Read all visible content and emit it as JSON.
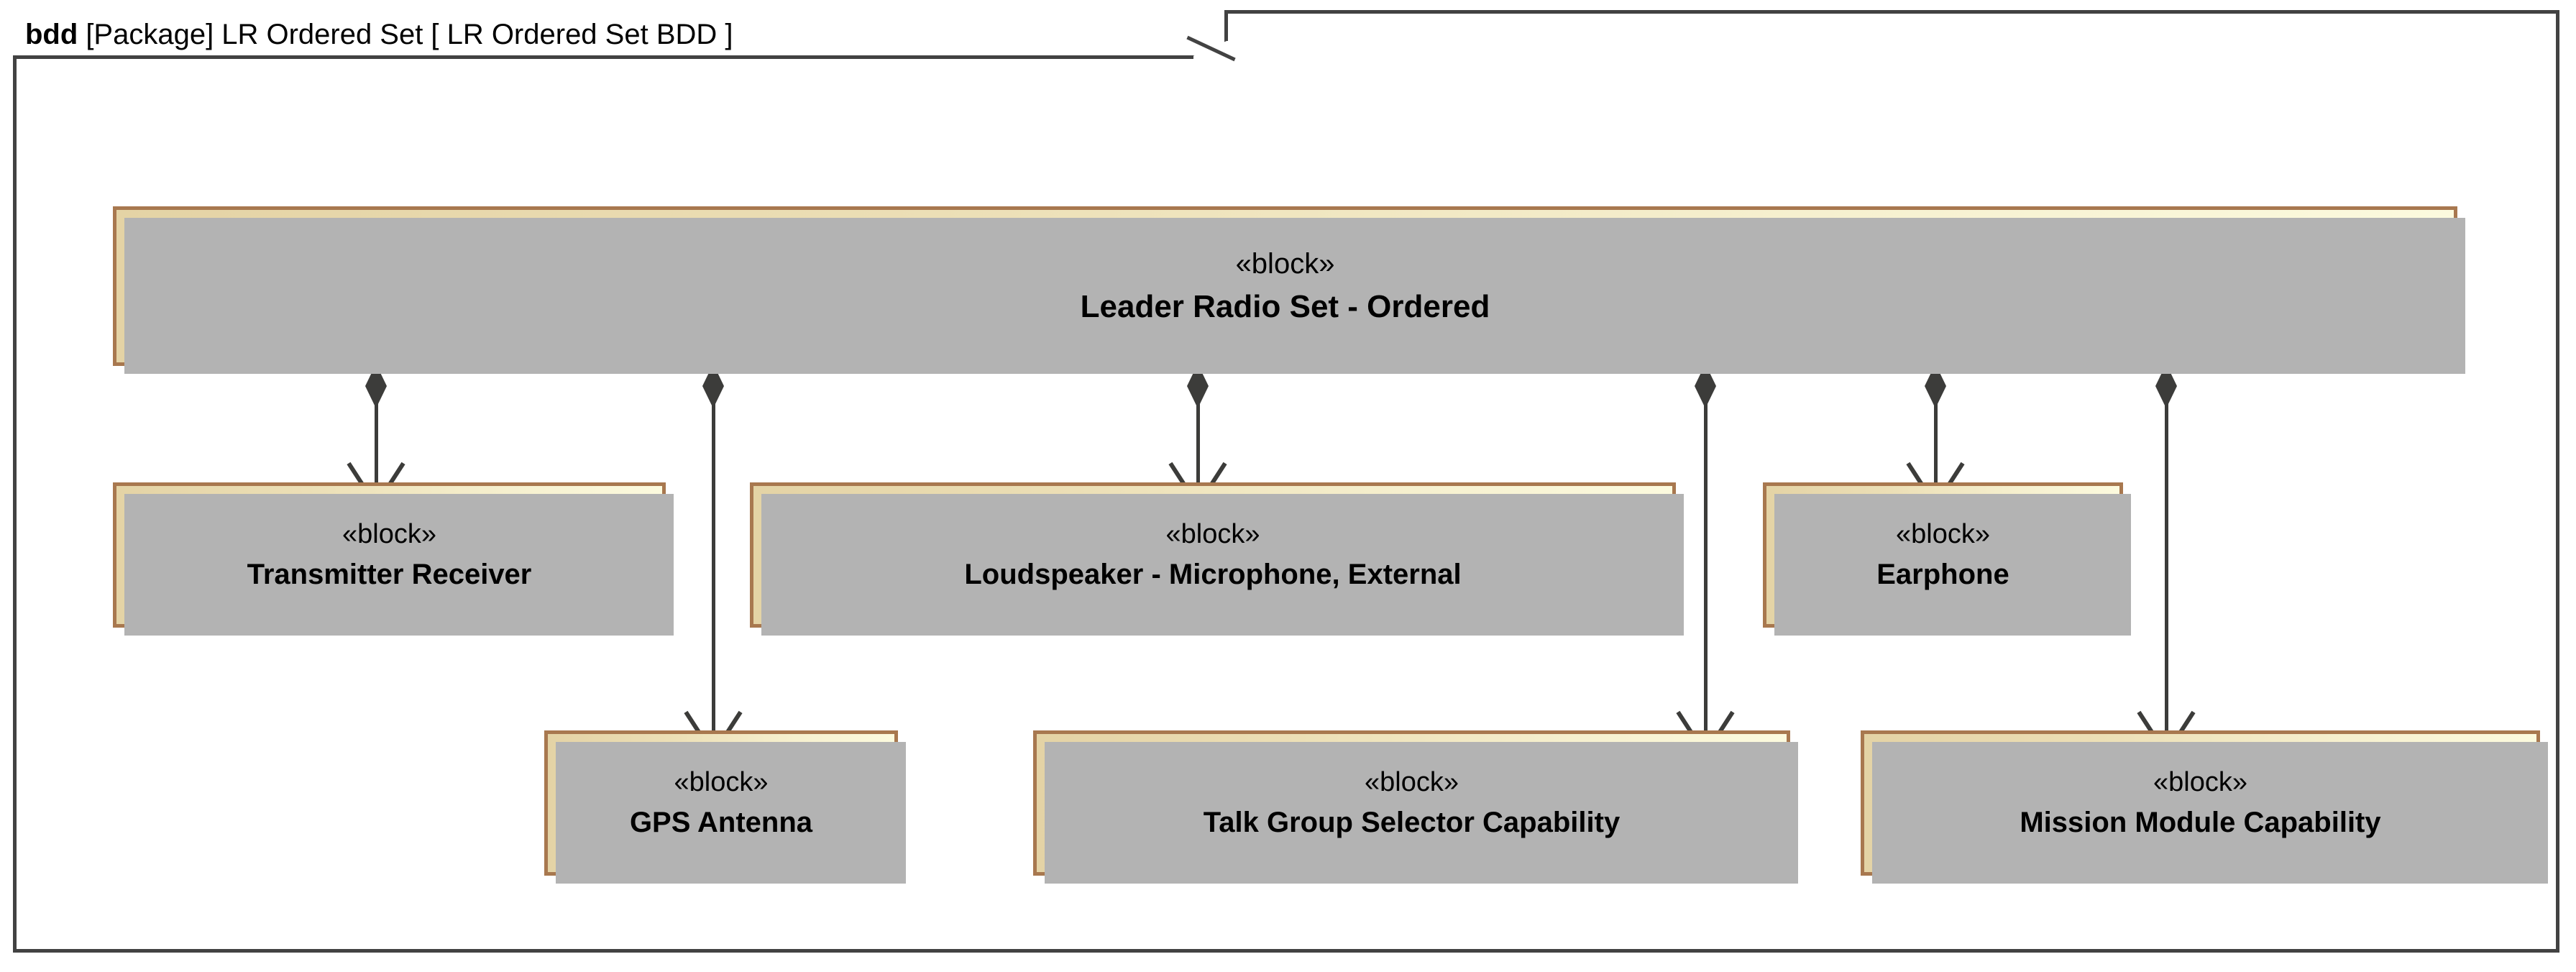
{
  "frame": {
    "keyword": "bdd",
    "scope": "[Package]",
    "package_name": "LR Ordered Set",
    "diagram_name": "[ LR Ordered Set BDD ]",
    "border_color": "#424242"
  },
  "theme": {
    "block_border": "#a8784f",
    "block_fill_left": "#e4d3a5",
    "block_fill_right": "#fcfade",
    "shadow": "#b3b3b3",
    "connector": "#3c3c3a",
    "text": "#000000"
  },
  "stereotype_label": "«block»",
  "diagram": {
    "type": "sysml-block-definition-diagram",
    "parent": {
      "stereotype": "«block»",
      "name": "Leader Radio Set - Ordered"
    },
    "children": [
      {
        "stereotype": "«block»",
        "name": "Transmitter Receiver",
        "row": 1
      },
      {
        "stereotype": "«block»",
        "name": "Loudspeaker - Microphone, External",
        "row": 1
      },
      {
        "stereotype": "«block»",
        "name": "Earphone",
        "row": 1
      },
      {
        "stereotype": "«block»",
        "name": "GPS Antenna",
        "row": 2
      },
      {
        "stereotype": "«block»",
        "name": "Talk Group Selector Capability",
        "row": 2
      },
      {
        "stereotype": "«block»",
        "name": "Mission Module Capability",
        "row": 2
      }
    ],
    "relationships": [
      {
        "kind": "composition",
        "from": "Leader Radio Set - Ordered",
        "to": "Transmitter Receiver"
      },
      {
        "kind": "composition",
        "from": "Leader Radio Set - Ordered",
        "to": "GPS Antenna"
      },
      {
        "kind": "composition",
        "from": "Leader Radio Set - Ordered",
        "to": "Loudspeaker - Microphone, External"
      },
      {
        "kind": "composition",
        "from": "Leader Radio Set - Ordered",
        "to": "Talk Group Selector Capability"
      },
      {
        "kind": "composition",
        "from": "Leader Radio Set - Ordered",
        "to": "Earphone"
      },
      {
        "kind": "composition",
        "from": "Leader Radio Set - Ordered",
        "to": "Mission Module Capability"
      }
    ]
  }
}
